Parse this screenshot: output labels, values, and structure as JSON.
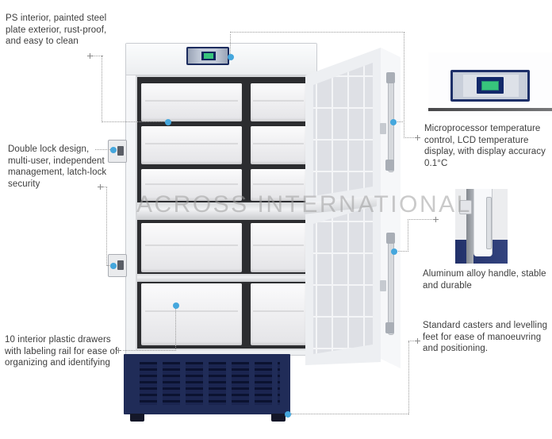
{
  "watermark": "ACROSS INTERNATIONAL",
  "colors": {
    "accent_dot": "#45a7dd",
    "base_navy": "#202c58",
    "panel_navy": "#1b2b5e",
    "lcd_green": "#37c47c",
    "annotation_text": "#3d3d3d"
  },
  "callouts": {
    "ps_interior": {
      "text": "PS interior, painted steel\nplate exterior, rust-proof,\nand easy to clean"
    },
    "double_lock": {
      "text": "Double lock design,\nmulti-user, independent\nmanagement, latch-lock\nsecurity"
    },
    "drawers": {
      "text": "10 interior plastic drawers\nwith labeling rail for ease of\norganizing and identifying"
    },
    "microprocessor": {
      "text": "Microprocessor temperature\ncontrol, LCD temperature\ndisplay, with display accuracy\n0.1°C"
    },
    "handle": {
      "text": "Aluminum alloy handle, stable\nand durable"
    },
    "casters": {
      "text": "Standard casters and levelling\nfeet for ease of manoeuvring\nand positioning."
    }
  }
}
